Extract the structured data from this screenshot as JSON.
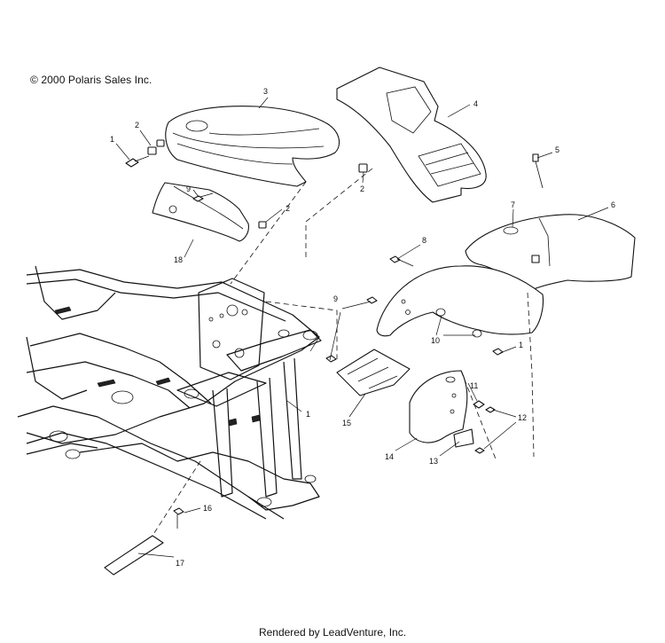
{
  "copyright": "© 2000 Polaris Sales Inc.",
  "footer": "Rendered by LeadVenture, Inc.",
  "callouts": {
    "c1a": "1",
    "c2a": "2",
    "c3": "3",
    "c4": "4",
    "c5": "5",
    "c2b": "2",
    "c6": "6",
    "c7": "7",
    "c9a": "9",
    "c2c": "2",
    "c18": "18",
    "c8": "8",
    "c9b": "9",
    "c10": "10",
    "c1b": "1",
    "c1c": "1",
    "c11": "11",
    "c12": "12",
    "c15": "15",
    "c13": "13",
    "c14": "14",
    "c16": "16",
    "c17": "17"
  }
}
